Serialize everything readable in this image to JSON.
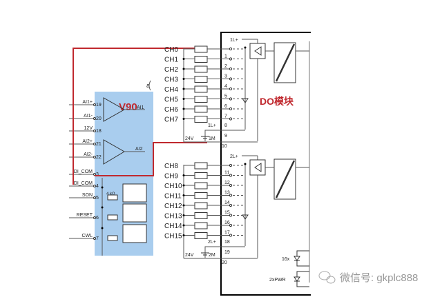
{
  "v90": {
    "title": "V90",
    "tag": "a",
    "pins": [
      {
        "label": "AI1+",
        "num": "19"
      },
      {
        "label": "AI1-",
        "num": "20"
      },
      {
        "label": "12V",
        "num": "18"
      },
      {
        "label": "AI2+",
        "num": "21"
      },
      {
        "label": "AI2-",
        "num": "22"
      },
      {
        "label": "DI_COM",
        "num": "3"
      },
      {
        "label": "DI_COM",
        "num": "4"
      },
      {
        "label": "SON",
        "num": "5"
      },
      {
        "label": "RESET",
        "num": "6"
      },
      {
        "label": "CWL",
        "num": "7"
      }
    ],
    "opamp1_out": "AI1",
    "opamp2_out": "AI2",
    "resistor_label": "4 kΩ"
  },
  "do_module": {
    "title": "DO模块",
    "group1": {
      "supply": "1L+",
      "channels": [
        "CH0",
        "CH1",
        "CH2",
        "CH3",
        "CH4",
        "CH5",
        "CH6",
        "CH7"
      ],
      "terminals": [
        "1",
        "2",
        "3",
        "4",
        "5",
        "6",
        "7"
      ],
      "term_l": "8",
      "term_l_label": "1L+",
      "term_m": "9",
      "term_m_label": "1M",
      "term_end": "10",
      "voltage": "24V"
    },
    "group2": {
      "supply": "2L+",
      "channels": [
        "CH8",
        "CH9",
        "CH10",
        "CH11",
        "CH12",
        "CH13",
        "CH14",
        "CH15"
      ],
      "terminals": [
        "11",
        "12",
        "13",
        "14",
        "15",
        "16",
        "17"
      ],
      "term_l": "18",
      "term_l_label": "2L+",
      "term_m": "19",
      "term_m_label": "2M",
      "term_end": "20",
      "voltage": "24V"
    },
    "led1": "16x",
    "led2": "2xPWR"
  },
  "watermark": "微信号: gkplc888",
  "colors": {
    "accent_red": "#c0282e",
    "v90_fill": "#a9cdee"
  }
}
